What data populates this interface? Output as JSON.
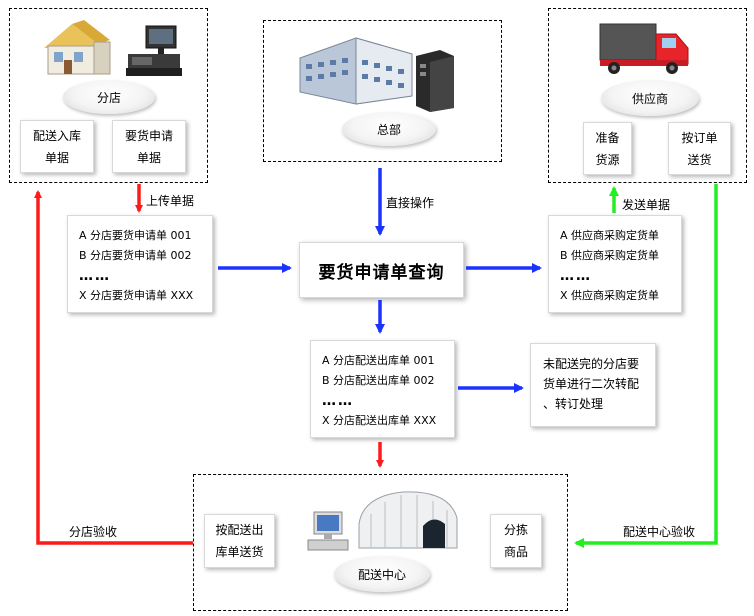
{
  "branch": {
    "name": "分店",
    "box1": "配送入库\n单据",
    "box2": "要货申请\n单据",
    "requests": [
      "A 分店要货申请单 001",
      "B 分店要货申请单 002",
      "X 分店要货申请单 XXX"
    ]
  },
  "hq": {
    "name": "总部"
  },
  "supplier": {
    "name": "供应商",
    "box1": "准备\n货源",
    "box2": "按订单\n送货",
    "orders": [
      "A 供应商采购定货单",
      "B 供应商采购定货单",
      "X 供应商采购定货单"
    ]
  },
  "center_query": "要货申请单查询",
  "delivery_orders": [
    "A 分店配送出库单 001",
    "B 分店配送出库单 002",
    "X 分店配送出库单 XXX"
  ],
  "ellipsis": "……",
  "undelivered_note": "未配送完的分店要\n货单进行二次转配\n、转订处理",
  "dc": {
    "name": "配送中心",
    "box1": "按配送出\n库单送货",
    "box2": "分拣\n商品"
  },
  "arrow_labels": {
    "upload": "上传单据",
    "direct": "直接操作",
    "send": "发送单据",
    "branch_accept": "分店验收",
    "dc_accept": "配送中心验收"
  },
  "colors": {
    "red": "#ff1a1a",
    "blue": "#1a33ff",
    "green": "#22ee22"
  }
}
